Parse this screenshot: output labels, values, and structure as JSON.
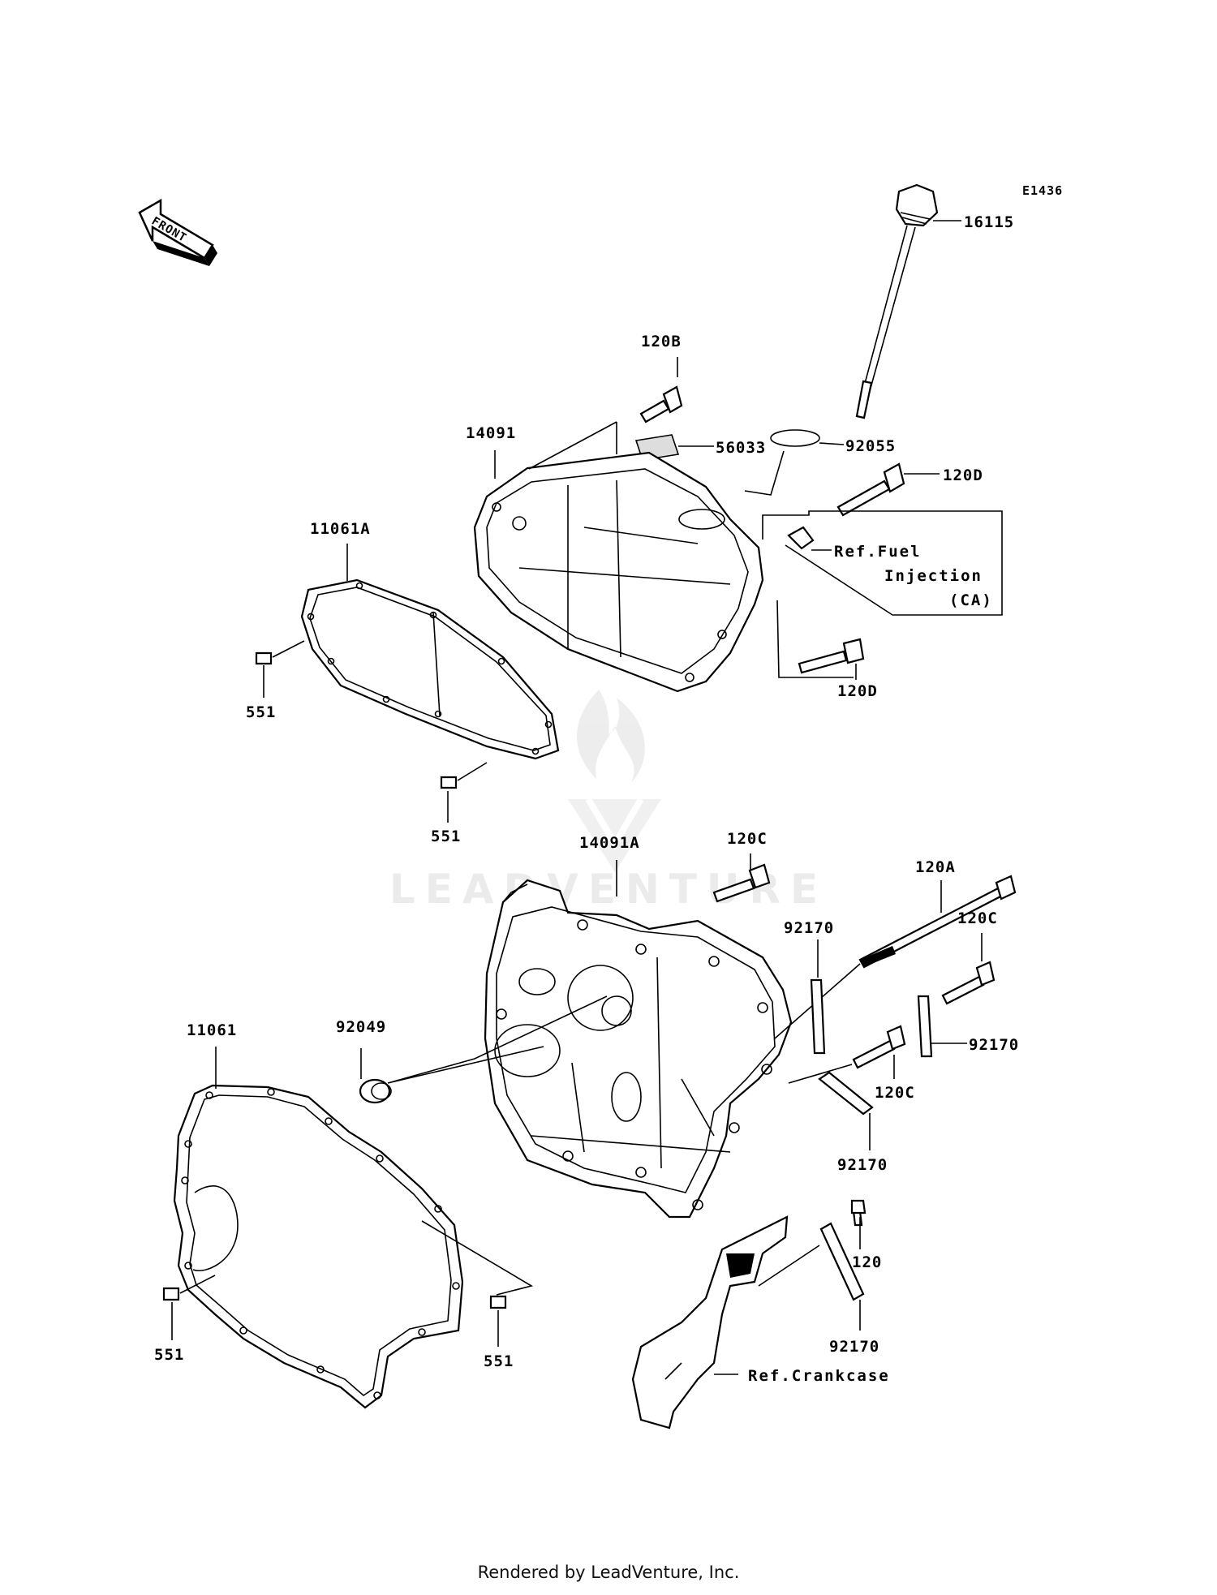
{
  "diagram_code": "E1436",
  "front_arrow": "FRONT",
  "watermark": "LEADVENTURE",
  "footer": "Rendered by LeadVenture, Inc.",
  "labels": {
    "p16115": "16115",
    "p120B": "120B",
    "p14091": "14091",
    "p56033": "56033",
    "p92055": "92055",
    "p120D_top": "120D",
    "ref_fuel_1": "Ref.Fuel",
    "ref_fuel_2": "Injection",
    "ref_fuel_3": "(CA)",
    "p120D_bottom": "120D",
    "p11061A": "11061A",
    "p551_a": "551",
    "p551_b": "551",
    "p120C_top": "120C",
    "p14091A": "14091A",
    "p120A": "120A",
    "p92170_a": "92170",
    "p120C_right": "120C",
    "p92170_b": "92170",
    "p92049": "92049",
    "p120C_lower": "120C",
    "p11061": "11061",
    "p92170_c": "92170",
    "p120": "120",
    "p92170_d": "92170",
    "p551_c": "551",
    "p551_d": "551",
    "ref_crankcase": "Ref.Crankcase"
  }
}
